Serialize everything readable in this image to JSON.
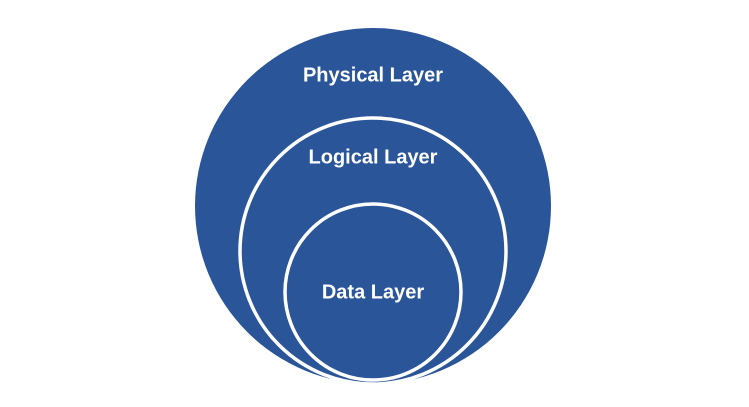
{
  "colors": {
    "fill": "#2a5599",
    "ring": "#ffffff",
    "text": "#ffffff",
    "background": "#ffffff"
  },
  "layers": [
    {
      "id": "physical",
      "label": "Physical Layer"
    },
    {
      "id": "logical",
      "label": "Logical Layer"
    },
    {
      "id": "data",
      "label": "Data Layer"
    }
  ]
}
